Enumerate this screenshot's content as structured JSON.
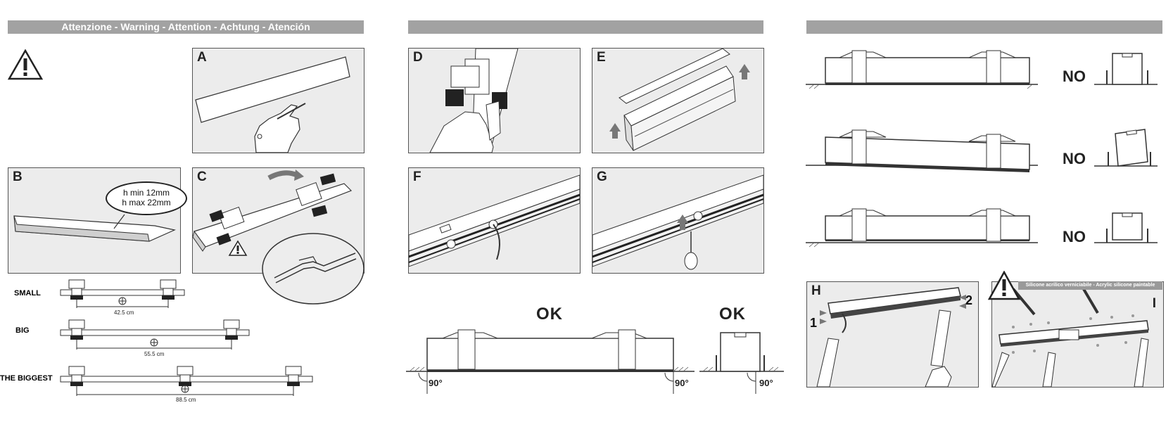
{
  "header": {
    "warning_title": "Attenzione - Warning - Attention - Achtung - Atención",
    "mid_title": "",
    "right_title": ""
  },
  "panels": {
    "a": "A",
    "b": "B",
    "c": "C",
    "d": "D",
    "e": "E",
    "f": "F",
    "g": "G",
    "h": "H",
    "i": "I"
  },
  "height_note": {
    "min": "h min  12mm",
    "max": "h max 22mm"
  },
  "sizes": [
    {
      "name": "SMALL",
      "dimension": "42.5 cm"
    },
    {
      "name": "BIG",
      "dimension": "55.5 cm"
    },
    {
      "name": "THE BIGGEST",
      "dimension": "88.5 cm"
    }
  ],
  "ok_label": "OK",
  "ok_label_2": "OK",
  "angle": "90°",
  "no_labels": [
    "NO",
    "NO",
    "NO"
  ],
  "h_markers": {
    "one": "1",
    "two": "2"
  },
  "silicone_note": "Silicone acrilico verniciabile - Acrylic silicone paintable",
  "icons": [
    "warning-triangle-icon",
    "arrow-up-icon",
    "arrow-curved-icon",
    "level-icon"
  ]
}
